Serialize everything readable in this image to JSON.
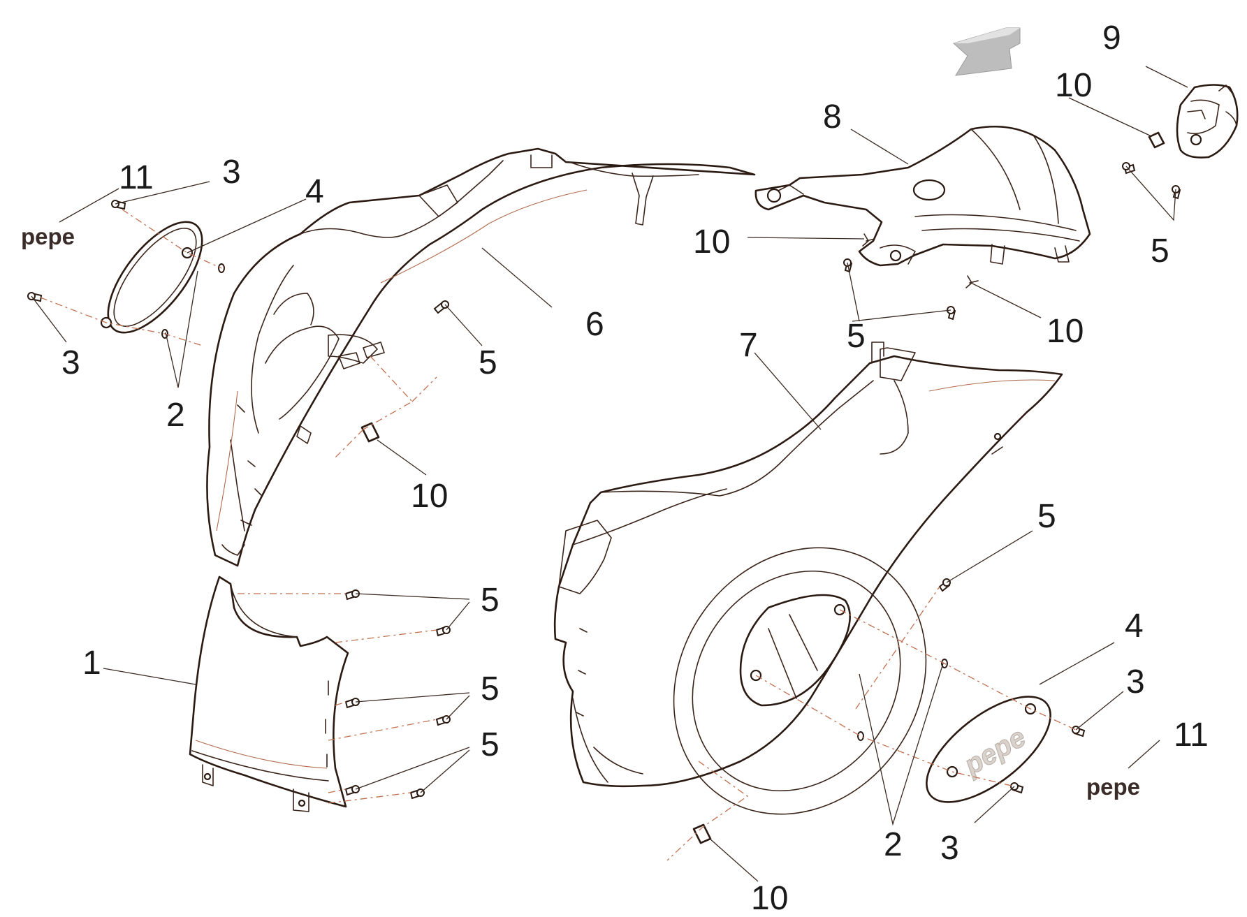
{
  "callouts": [
    {
      "id": "c1",
      "label": "1"
    },
    {
      "id": "c2a",
      "label": "2"
    },
    {
      "id": "c2b",
      "label": "2"
    },
    {
      "id": "c3a",
      "label": "3"
    },
    {
      "id": "c3b",
      "label": "3"
    },
    {
      "id": "c3c",
      "label": "3"
    },
    {
      "id": "c3d",
      "label": "3"
    },
    {
      "id": "c4a",
      "label": "4"
    },
    {
      "id": "c4b",
      "label": "4"
    },
    {
      "id": "c5a",
      "label": "5"
    },
    {
      "id": "c5b",
      "label": "5"
    },
    {
      "id": "c5c",
      "label": "5"
    },
    {
      "id": "c5d",
      "label": "5"
    },
    {
      "id": "c5e",
      "label": "5"
    },
    {
      "id": "c5f",
      "label": "5"
    },
    {
      "id": "c5g",
      "label": "5"
    },
    {
      "id": "c6",
      "label": "6"
    },
    {
      "id": "c7",
      "label": "7"
    },
    {
      "id": "c8",
      "label": "8"
    },
    {
      "id": "c9",
      "label": "9"
    },
    {
      "id": "c10a",
      "label": "10"
    },
    {
      "id": "c10b",
      "label": "10"
    },
    {
      "id": "c10c",
      "label": "10"
    },
    {
      "id": "c10d",
      "label": "10"
    },
    {
      "id": "c10e",
      "label": "10"
    },
    {
      "id": "c11a",
      "label": "11"
    },
    {
      "id": "c11b",
      "label": "11"
    }
  ],
  "logos": {
    "badge_left": "pepe",
    "badge_right": "pepe",
    "emblem_on_badge": "pepe"
  },
  "icons": {
    "orientation": "direction-arrow-icon"
  },
  "colors": {
    "outline": "#2a1a12",
    "dash_line": "#c07050",
    "arrow": "#b5b5b5"
  }
}
